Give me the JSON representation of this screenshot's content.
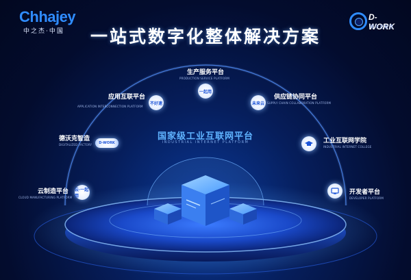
{
  "header": {
    "brand_name": "Chhajey",
    "brand_sub": "中之杰·中国",
    "partner_logo_word": "D-WORK",
    "partner_logo_cn": "德沃克智造",
    "title": "一站式数字化整体解决方案"
  },
  "center": {
    "title": "国家级工业互联网平台",
    "subtitle": "INDUSTRIAL INTERNET PLATFORM"
  },
  "nodes": [
    {
      "title": "生产服务平台",
      "subtitle": "PRODUCTION SERVICE PLATFORM",
      "badge": "一起用"
    },
    {
      "title": "应用互联平台",
      "subtitle": "APPLICATION INTERCONNECTION PLATFORM",
      "badge": "不好速"
    },
    {
      "title": "供应链协同平台",
      "subtitle": "SUPPLY CHAIN COLLABORATION PLATFORM",
      "badge": "未来云"
    },
    {
      "title": "德沃克智造",
      "subtitle": "DIGITALIZED FACTORY",
      "badge": "D-WORK"
    },
    {
      "title": "工业互联网学院",
      "subtitle": "INDUSTRIAL INTERNET COLLEGE",
      "badge": "graduation-cap-icon"
    },
    {
      "title": "云制造平台",
      "subtitle": "CLOUD MANUFACTURING PLATFORM",
      "badge": "云·一起用"
    },
    {
      "title": "开发者平台",
      "subtitle": "DEVELOPER PLATFORM",
      "badge": "code-icon"
    }
  ],
  "colors": {
    "accent": "#2f8cff",
    "center_title": "#5fb3ff",
    "background": "#030c2e"
  }
}
